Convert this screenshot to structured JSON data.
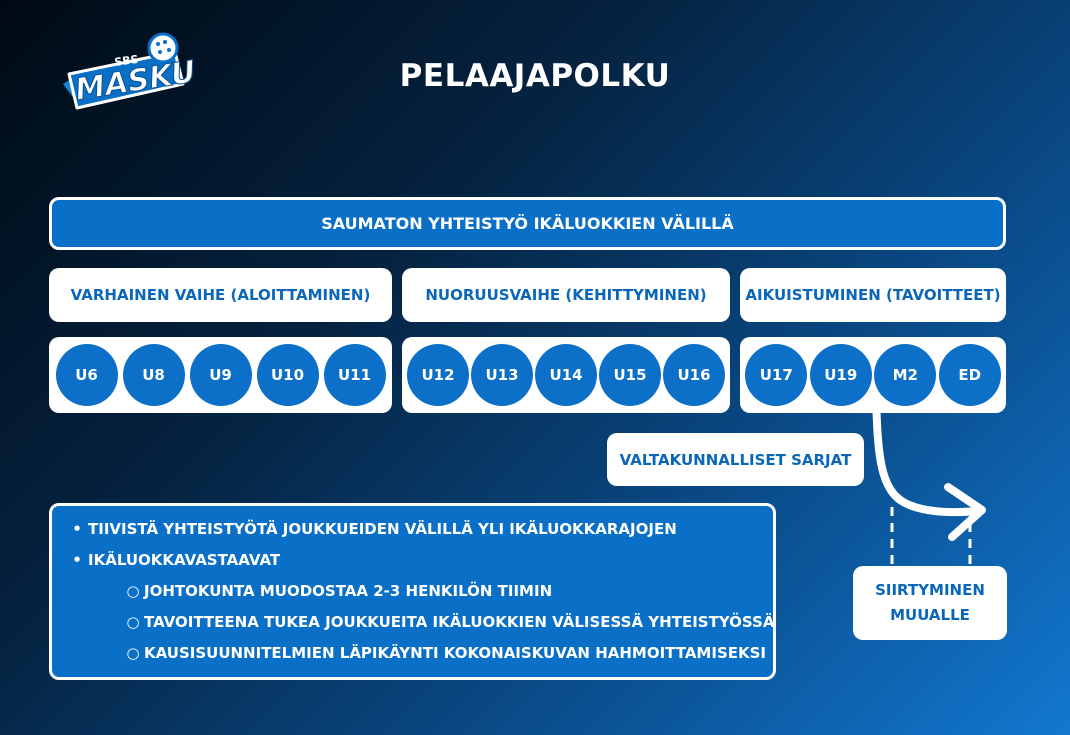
{
  "logo": {
    "small_text": "SBS",
    "brand": "MASKU"
  },
  "title": "PELAAJAPOLKU",
  "banner": "SAUMATON YHTEISTYÖ IKÄLUOKKIEN VÄLILLÄ",
  "phases": [
    {
      "label": "VARHAINEN VAIHE (ALOITTAMINEN)",
      "groups": [
        "U6",
        "U8",
        "U9",
        "U10",
        "U11"
      ]
    },
    {
      "label": "NUORUUSVAIHE (KEHITTYMINEN)",
      "groups": [
        "U12",
        "U13",
        "U14",
        "U15",
        "U16"
      ]
    },
    {
      "label": "AIKUISTUMINEN (TAVOITTEET)",
      "groups": [
        "U17",
        "U19",
        "M2",
        "ED"
      ]
    }
  ],
  "national_series": "VALTAKUNNALLISET SARJAT",
  "info": {
    "bullets": [
      "TIIVISTÄ YHTEISTYÖTÄ JOUKKUEIDEN VÄLILLÄ YLI IKÄLUOKKARAJOJEN",
      "IKÄLUOKKAVASTAAVAT"
    ],
    "sub_bullets": [
      "JOHTOKUNTA MUODOSTAA 2-3 HENKILÖN TIIMIN",
      "TAVOITTEENA TUKEA JOUKKUEITA IKÄLUOKKIEN VÄLISESSÄ YHTEISTYÖSSÄ",
      "KAUSISUUNNITELMIEN LÄPIKÄYNTI KOKONAISKUVAN HAHMOITTAMISEKSI"
    ]
  },
  "move_elsewhere": {
    "line1": "SIIRTYMINEN",
    "line2": "MUUALLE"
  },
  "colors": {
    "accent": "#0c6fc8",
    "text_on_white": "#0a66b8"
  }
}
